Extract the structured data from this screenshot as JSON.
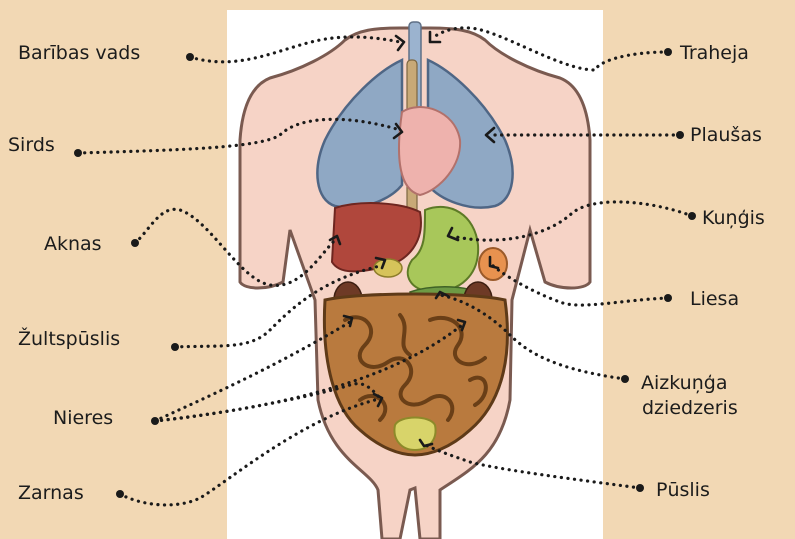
{
  "colors": {
    "background": "#f2d8b4",
    "skin": "#f6d3c6",
    "lungs": "#8fa8c4",
    "liver": "#b0473c",
    "stomach": "#a8c75a",
    "intestine": "#b97a3e",
    "bladder": "#d8d46a",
    "spleen": "#e8924f",
    "leader": "#1a1a1a"
  },
  "labels": {
    "esophagus": "Barības vads",
    "trachea": "Traheja",
    "heart": "Sirds",
    "lungs": "Plaušas",
    "liver": "Aknas",
    "stomach": "Kuņģis",
    "spleen": "Liesa",
    "gallbladder": "Žultspūslis",
    "pancreas_line1": "Aizkuņģa",
    "pancreas_line2": "dziedzeris",
    "kidneys": "Nieres",
    "intestines": "Zarnas",
    "bladder": "Pūslis"
  }
}
